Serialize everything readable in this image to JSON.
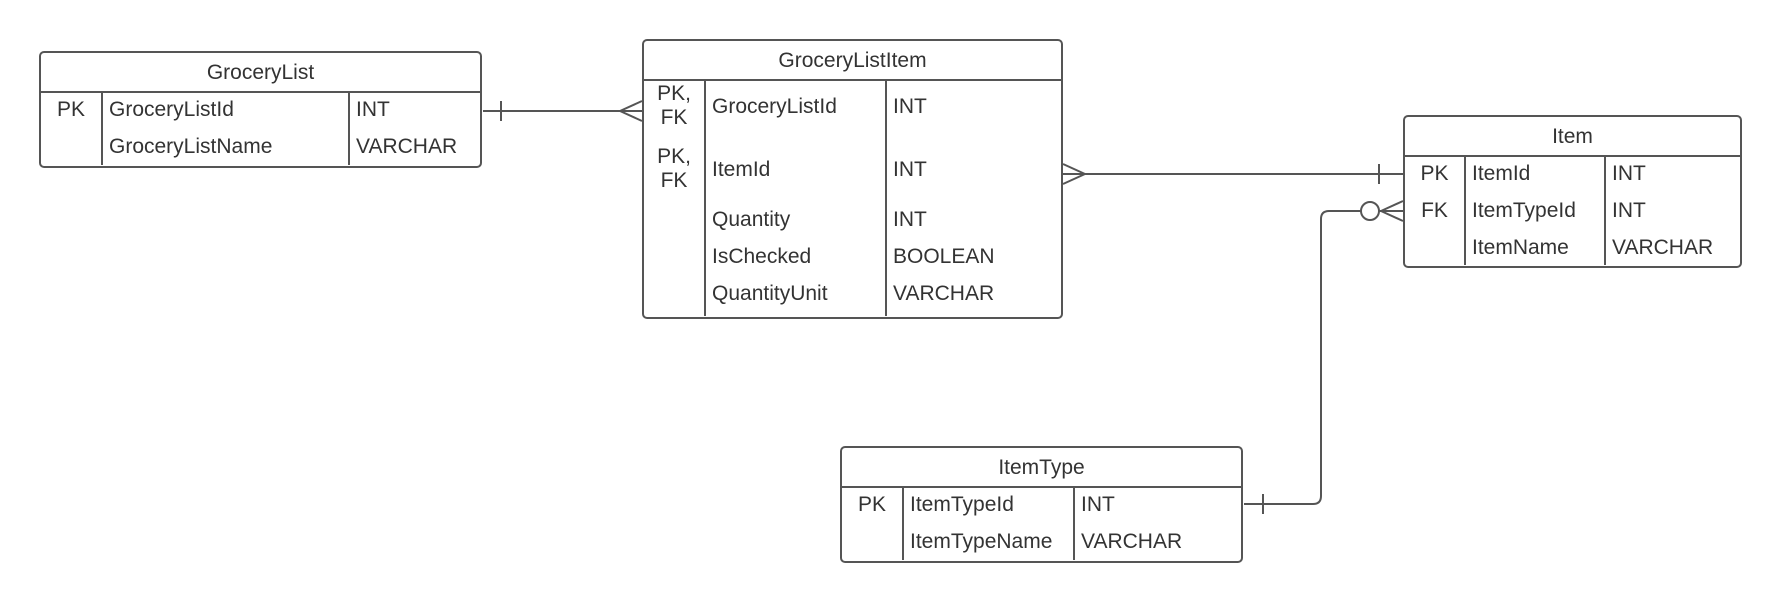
{
  "entities": {
    "grocery_list": {
      "title": "GroceryList",
      "rows": [
        {
          "key": "PK",
          "name": "GroceryListId",
          "type": "INT"
        },
        {
          "key": "",
          "name": "GroceryListName",
          "type": "VARCHAR"
        }
      ]
    },
    "grocery_list_item": {
      "title": "GroceryListItem",
      "rows": [
        {
          "key": "PK,\nFK",
          "name": "GroceryListId",
          "type": "INT"
        },
        {
          "key": "PK,\nFK",
          "name": "ItemId",
          "type": "INT"
        },
        {
          "key": "",
          "name": "Quantity",
          "type": "INT"
        },
        {
          "key": "",
          "name": "IsChecked",
          "type": "BOOLEAN"
        },
        {
          "key": "",
          "name": "QuantityUnit",
          "type": "VARCHAR"
        }
      ]
    },
    "item": {
      "title": "Item",
      "rows": [
        {
          "key": "PK",
          "name": "ItemId",
          "type": "INT"
        },
        {
          "key": "FK",
          "name": "ItemTypeId",
          "type": "INT"
        },
        {
          "key": "",
          "name": "ItemName",
          "type": "VARCHAR"
        }
      ]
    },
    "item_type": {
      "title": "ItemType",
      "rows": [
        {
          "key": "PK",
          "name": "ItemTypeId",
          "type": "INT"
        },
        {
          "key": "",
          "name": "ItemTypeName",
          "type": "VARCHAR"
        }
      ]
    }
  },
  "relationships": [
    {
      "from": "GroceryList",
      "from_cardinality": "one",
      "to": "GroceryListItem",
      "to_cardinality": "many"
    },
    {
      "from": "GroceryListItem",
      "from_cardinality": "many",
      "to": "Item",
      "to_cardinality": "one"
    },
    {
      "from": "Item",
      "from_cardinality": "zero-or-many",
      "to": "ItemType",
      "to_cardinality": "one"
    }
  ],
  "colors": {
    "line": "#555555",
    "text": "#333333",
    "background": "#ffffff"
  }
}
